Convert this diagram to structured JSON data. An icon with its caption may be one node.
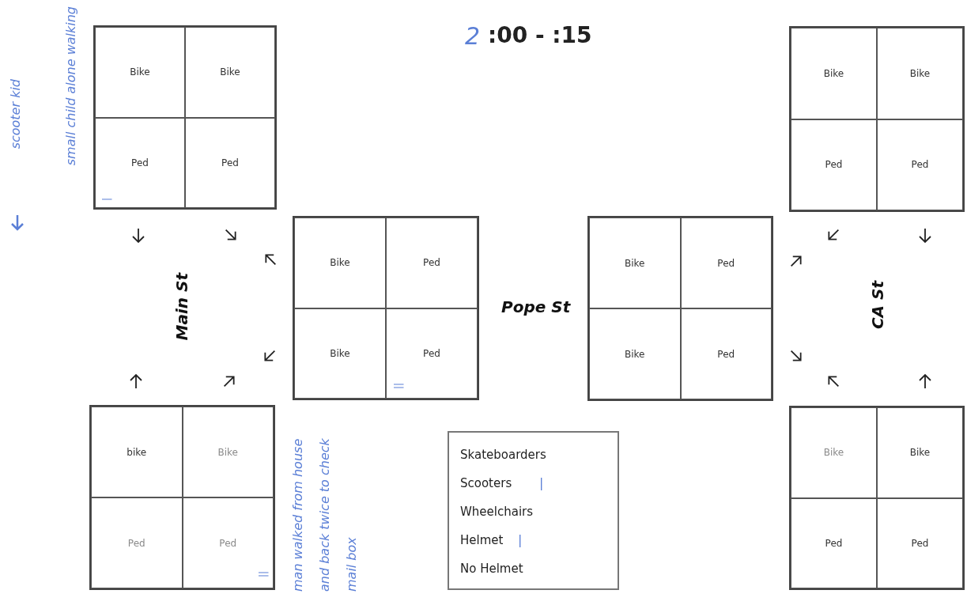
{
  "diagram": {
    "title": ":00 - :15",
    "nodes": [
      {
        "text": [],
        "shape": "box"
      },
      {
        "text": [
          "Bike"
        ],
        "in": 0
      },
      {
        "text": [
          "Bike"
        ],
        "in": 0
      },
      {
        "text": [
          "Ped"
        ],
        "in": 0
      },
      {
        "text": [
          "Ped"
        ],
        "in": 0
      },
      {
        "text": [],
        "shape": "box"
      },
      {
        "text": [
          "Bike"
        ],
        "in": 5
      },
      {
        "text": [
          "Bike"
        ],
        "in": 5
      },
      {
        "text": [
          "Ped"
        ],
        "in": 5
      },
      {
        "text": [
          "Ped"
        ],
        "in": 5
      },
      {
        "text": [],
        "shape": "box"
      },
      {
        "text": [
          "Bike"
        ],
        "in": 10
      },
      {
        "text": [
          "Ped"
        ],
        "in": 10
      },
      {
        "text": [
          "Bike"
        ],
        "in": 10
      },
      {
        "text": [
          "Ped"
        ],
        "in": 10
      },
      {
        "text": [],
        "shape": "box"
      },
      {
        "text": [
          "Bike"
        ],
        "in": 15
      },
      {
        "text": [
          "Ped"
        ],
        "in": 15
      },
      {
        "text": [
          "Bike"
        ],
        "in": 15
      },
      {
        "text": [
          "Ped"
        ],
        "in": 15
      },
      {
        "text": [],
        "shape": "box"
      },
      {
        "text": [
          "bike"
        ],
        "in": 20
      },
      {
        "text": [
          "Bike"
        ],
        "in": 20
      },
      {
        "text": [
          "Ped"
        ],
        "in": 20
      },
      {
        "text": [
          "Ped"
        ],
        "in": 20
      },
      {
        "text": [
          "Skateboarders",
          "Scooters",
          "Wheelchairs",
          "Helmet",
          "No Helmet"
        ]
      },
      {
        "text": [],
        "shape": "box"
      },
      {
        "text": [
          "Bike"
        ],
        "in": 26
      },
      {
        "text": [
          "Bike"
        ],
        "in": 26
      },
      {
        "text": [
          "Ped"
        ],
        "in": 26
      },
      {
        "text": [
          "Ped"
        ],
        "in": 26
      }
    ],
    "edges": [],
    "labels": [
      "2",
      "scooter kid",
      "small child alone walking",
      "Main St",
      "Pope St",
      "CA St",
      "man walked from house and back twice to check mail box",
      "|",
      "||",
      "||",
      "|",
      "|"
    ]
  }
}
